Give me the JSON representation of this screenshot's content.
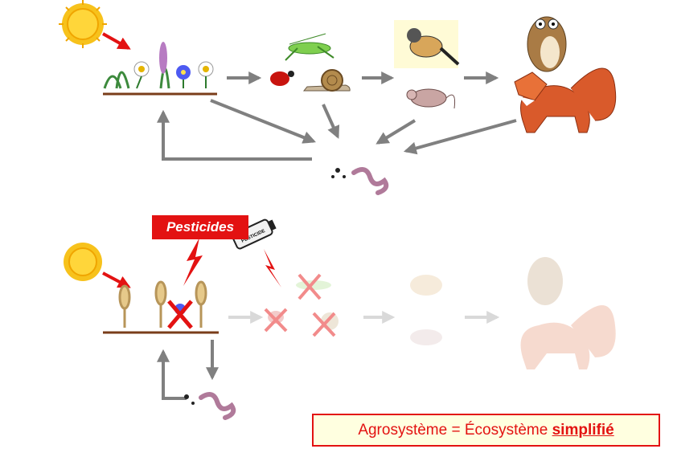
{
  "pesticides_label": "Pesticides",
  "can_label": "PESTICIDE",
  "conclusion": {
    "prefix": "Agrosystème = Écosystème ",
    "emphasis": "simplifié"
  },
  "colors": {
    "accent_red": "#e31212",
    "arrow_gray": "#808080",
    "faded_arrow": "#d9d9d9",
    "box_fill": "#ffffe0"
  },
  "icons": [
    "sun-icon",
    "flowers-icon",
    "grasshopper-icon",
    "beetle-icon",
    "snail-icon",
    "bird-icon",
    "mouse-icon",
    "owl-icon",
    "fox-icon",
    "worm-icon",
    "wheat-icon",
    "spray-can-icon",
    "lightning-icon",
    "cross-icon"
  ]
}
